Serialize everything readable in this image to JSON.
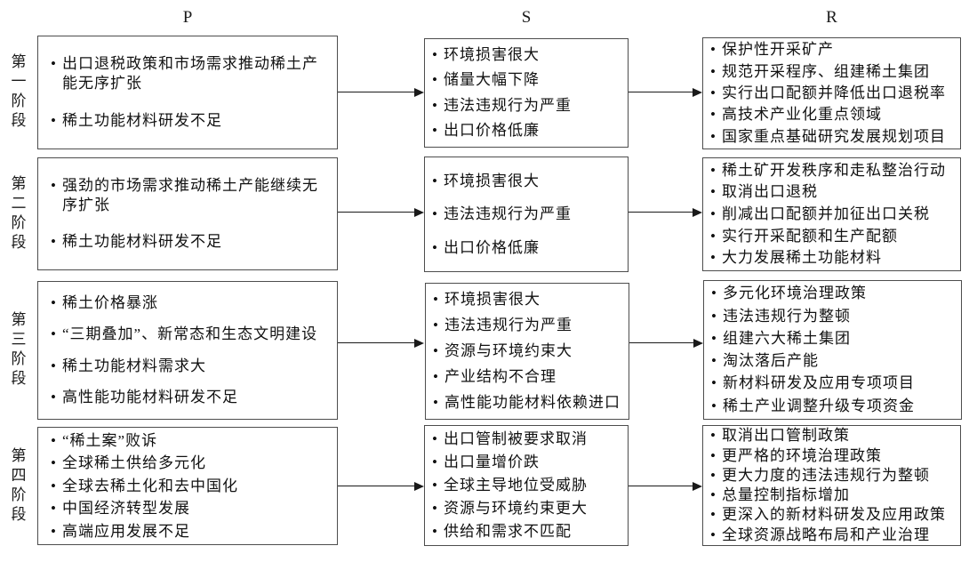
{
  "headers": [
    "P",
    "S",
    "R"
  ],
  "stages": [
    {
      "label": "第一阶段",
      "p": [
        "出口退税政策和市场需求推动稀土产能无序扩张",
        "稀土功能材料研发不足"
      ],
      "s": [
        "环境损害很大",
        "储量大幅下降",
        "违法违规行为严重",
        "出口价格低廉"
      ],
      "r": [
        "保护性开采矿产",
        "规范开采程序、组建稀土集团",
        "实行出口配额并降低出口退税率",
        "高技术产业化重点领域",
        "国家重点基础研究发展规划项目"
      ]
    },
    {
      "label": "第二阶段",
      "p": [
        "强劲的市场需求推动稀土产能继续无序扩张",
        "稀土功能材料研发不足"
      ],
      "s": [
        "环境损害很大",
        "违法违规行为严重",
        "出口价格低廉"
      ],
      "r": [
        "稀土矿开发秩序和走私整治行动",
        "取消出口退税",
        "削减出口配额并加征出口关税",
        "实行开采配额和生产配额",
        "大力发展稀土功能材料"
      ]
    },
    {
      "label": "第三阶段",
      "p": [
        "稀土价格暴涨",
        "“三期叠加”、新常态和生态文明建设",
        "稀土功能材料需求大",
        "高性能功能材料研发不足"
      ],
      "s": [
        "环境损害很大",
        "违法违规行为严重",
        "资源与环境约束大",
        "产业结构不合理",
        "高性能功能材料依赖进口"
      ],
      "r": [
        "多元化环境治理政策",
        "违法违规行为整顿",
        "组建六大稀土集团",
        "淘汰落后产能",
        "新材料研发及应用专项项目",
        "稀土产业调整升级专项资金"
      ]
    },
    {
      "label": "第四阶段",
      "p": [
        "“稀土案”败诉",
        "全球稀土供给多元化",
        "全球去稀土化和去中国化",
        "中国经济转型发展",
        "高端应用发展不足"
      ],
      "s": [
        "出口管制被要求取消",
        "出口量增价跌",
        "全球主导地位受威胁",
        "资源与环境约束更大",
        "供给和需求不匹配"
      ],
      "r": [
        "取消出口管制政策",
        "更严格的环境治理政策",
        "更大力度的违法违规行为整顿",
        "总量控制指标增加",
        "更深入的新材料研发及应用政策",
        "全球资源战略布局和产业治理"
      ]
    }
  ]
}
